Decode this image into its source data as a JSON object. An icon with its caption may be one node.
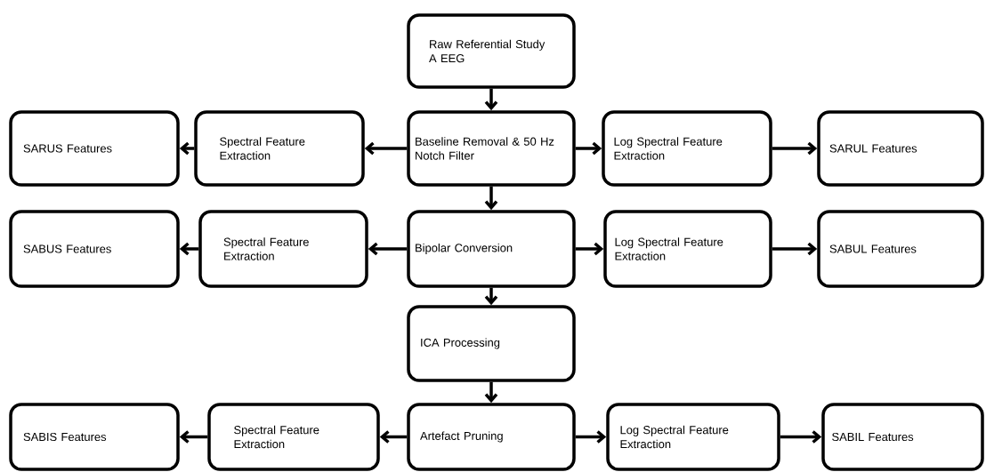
{
  "diagram": {
    "nodes": [
      {
        "text": [
          "Raw Referential Study A EEG"
        ]
      },
      {
        "text": [
          "SARUS Features"
        ]
      },
      {
        "text": [
          "Spectral Feature Extraction"
        ]
      },
      {
        "text": [
          "Baseline Removal & 50 Hz Notch Filter"
        ]
      },
      {
        "text": [
          "Log Spectral Feature Extraction"
        ]
      },
      {
        "text": [
          "SARUL  Features"
        ]
      },
      {
        "text": [
          "SABUS Features"
        ]
      },
      {
        "text": [
          "Spectral Feature Extraction"
        ]
      },
      {
        "text": [
          "Bipolar Conversion"
        ]
      },
      {
        "text": [
          "Log Spectral Feature Extraction"
        ]
      },
      {
        "text": [
          "SABUL  Features"
        ]
      },
      {
        "text": [
          "ICA Processing"
        ]
      },
      {
        "text": [
          "SABIS  Features"
        ]
      },
      {
        "text": [
          "Spectral Feature Extraction"
        ]
      },
      {
        "text": [
          "Artefact Pruning"
        ]
      },
      {
        "text": [
          "Log Spectral Feature Extraction"
        ]
      },
      {
        "text": [
          "SABIL  Features"
        ]
      }
    ],
    "edges": [
      {
        "from": 0,
        "to": 3,
        "arrow": "to"
      },
      {
        "from": 3,
        "to": 2,
        "arrow": "to"
      },
      {
        "from": 2,
        "to": 1,
        "arrow": "to"
      },
      {
        "from": 3,
        "to": 4,
        "arrow": "to"
      },
      {
        "from": 4,
        "to": 5,
        "arrow": "to"
      },
      {
        "from": 3,
        "to": 8,
        "arrow": "to"
      },
      {
        "from": 8,
        "to": 7,
        "arrow": "to"
      },
      {
        "from": 7,
        "to": 6,
        "arrow": "to"
      },
      {
        "from": 8,
        "to": 9,
        "arrow": "to"
      },
      {
        "from": 9,
        "to": 10,
        "arrow": "to"
      },
      {
        "from": 8,
        "to": 11,
        "arrow": "to"
      },
      {
        "from": 11,
        "to": 14,
        "arrow": "to"
      },
      {
        "from": 14,
        "to": 13,
        "arrow": "to"
      },
      {
        "from": 13,
        "to": 12,
        "arrow": "to"
      },
      {
        "from": 14,
        "to": 15,
        "arrow": "to"
      },
      {
        "from": 15,
        "to": 16,
        "arrow": "to"
      }
    ]
  }
}
